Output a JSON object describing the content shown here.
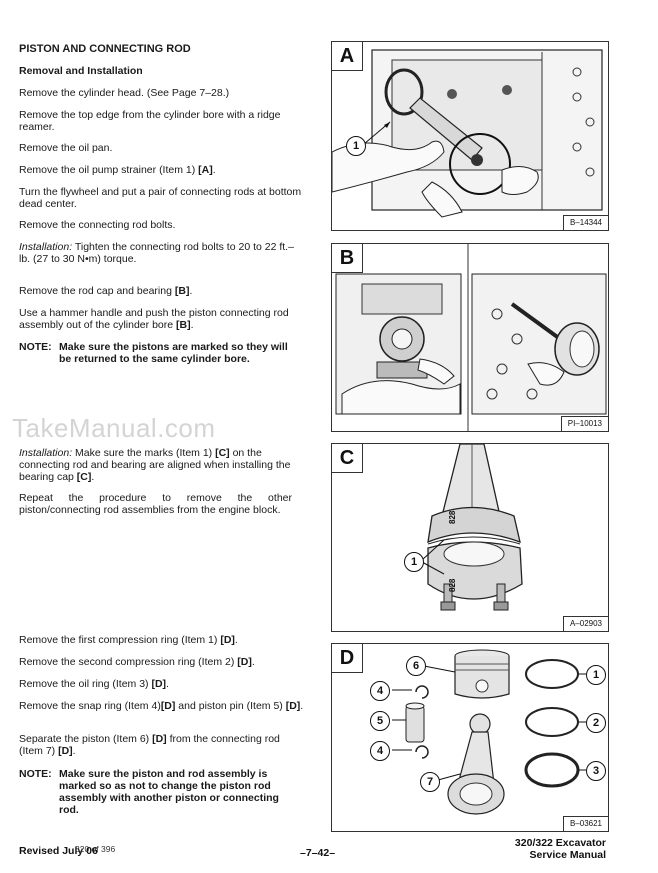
{
  "section_title": "PISTON AND CONNECTING ROD",
  "subsection_title": "Removal and Installation",
  "steps_a": [
    "Remove the cylinder head. (See Page 7–28.)",
    "Remove the top edge from the cylinder bore with a ridge reamer.",
    "Remove the oil pan.",
    "Remove the oil pump strainer (Item 1) ",
    "Turn the flywheel and put a pair of connecting rods at bottom dead center.",
    "Remove the connecting rod bolts."
  ],
  "ref_a": "[A]",
  "installation_1": {
    "label": "Installation:",
    "text": " Tighten the connecting rod bolts to 20 to 22 ft.–lb. (27 to 30 N•m) torque."
  },
  "steps_b": {
    "cap_text": "Remove the rod cap and bearing ",
    "cap_ref": "[B]",
    "cap_end": ".",
    "hammer_text": "Use a hammer handle and push the piston connecting rod assembly out of the cylinder bore ",
    "hammer_ref": "[B]",
    "hammer_end": "."
  },
  "note_1": {
    "label": "NOTE:",
    "text": "Make sure the pistons are marked so they will be returned to the same cylinder bore."
  },
  "watermark": "TakeManual.com",
  "installation_2": {
    "label": "Installation:",
    "text_a": " Make sure the marks (Item 1) ",
    "ref_a": "[C]",
    "text_b": " on the connecting rod and bearing are aligned when installing the bearing cap ",
    "ref_b": "[C]",
    "end": "."
  },
  "repeat_text": "Repeat the procedure to remove the other piston/connecting rod assemblies from the engine block.",
  "steps_d": [
    {
      "text": "Remove the first compression ring (Item 1) ",
      "ref": "[D]",
      "end": "."
    },
    {
      "text": "Remove the second compression ring (Item 2) ",
      "ref": "[D]",
      "end": "."
    },
    {
      "text": "Remove the oil ring (Item 3) ",
      "ref": "[D]",
      "end": "."
    },
    {
      "text": "Remove the snap ring (Item 4)",
      "ref": "[D]",
      "mid": " and piston pin (Item 5) ",
      "ref2": "[D]",
      "end": "."
    },
    {
      "text": "Separate the piston (Item 6) ",
      "ref": "[D]",
      "mid": " from the connecting rod (Item 7) ",
      "ref2": "[D]",
      "end": "."
    }
  ],
  "note_2": {
    "label": "NOTE:",
    "text": "Make sure the piston and rod assembly is marked so as not to change the piston rod assembly with another piston or connecting rod."
  },
  "figures": [
    {
      "letter": "A",
      "code": "B–14344",
      "callouts": [
        "1"
      ]
    },
    {
      "letter": "B",
      "code": "PI–10013",
      "callouts": []
    },
    {
      "letter": "C",
      "code": "A–02903",
      "callouts": [
        "1"
      ],
      "marks": [
        "828",
        "828"
      ]
    },
    {
      "letter": "D",
      "code": "B–03621",
      "callouts": [
        "6",
        "4",
        "5",
        "4",
        "7",
        "1",
        "2",
        "3"
      ]
    }
  ],
  "footer": {
    "left": "Revised July 06",
    "overlay": "320 of 396",
    "center": "–7–42–",
    "right_line1": "320/322 Excavator",
    "right_line2": "Service Manual"
  }
}
